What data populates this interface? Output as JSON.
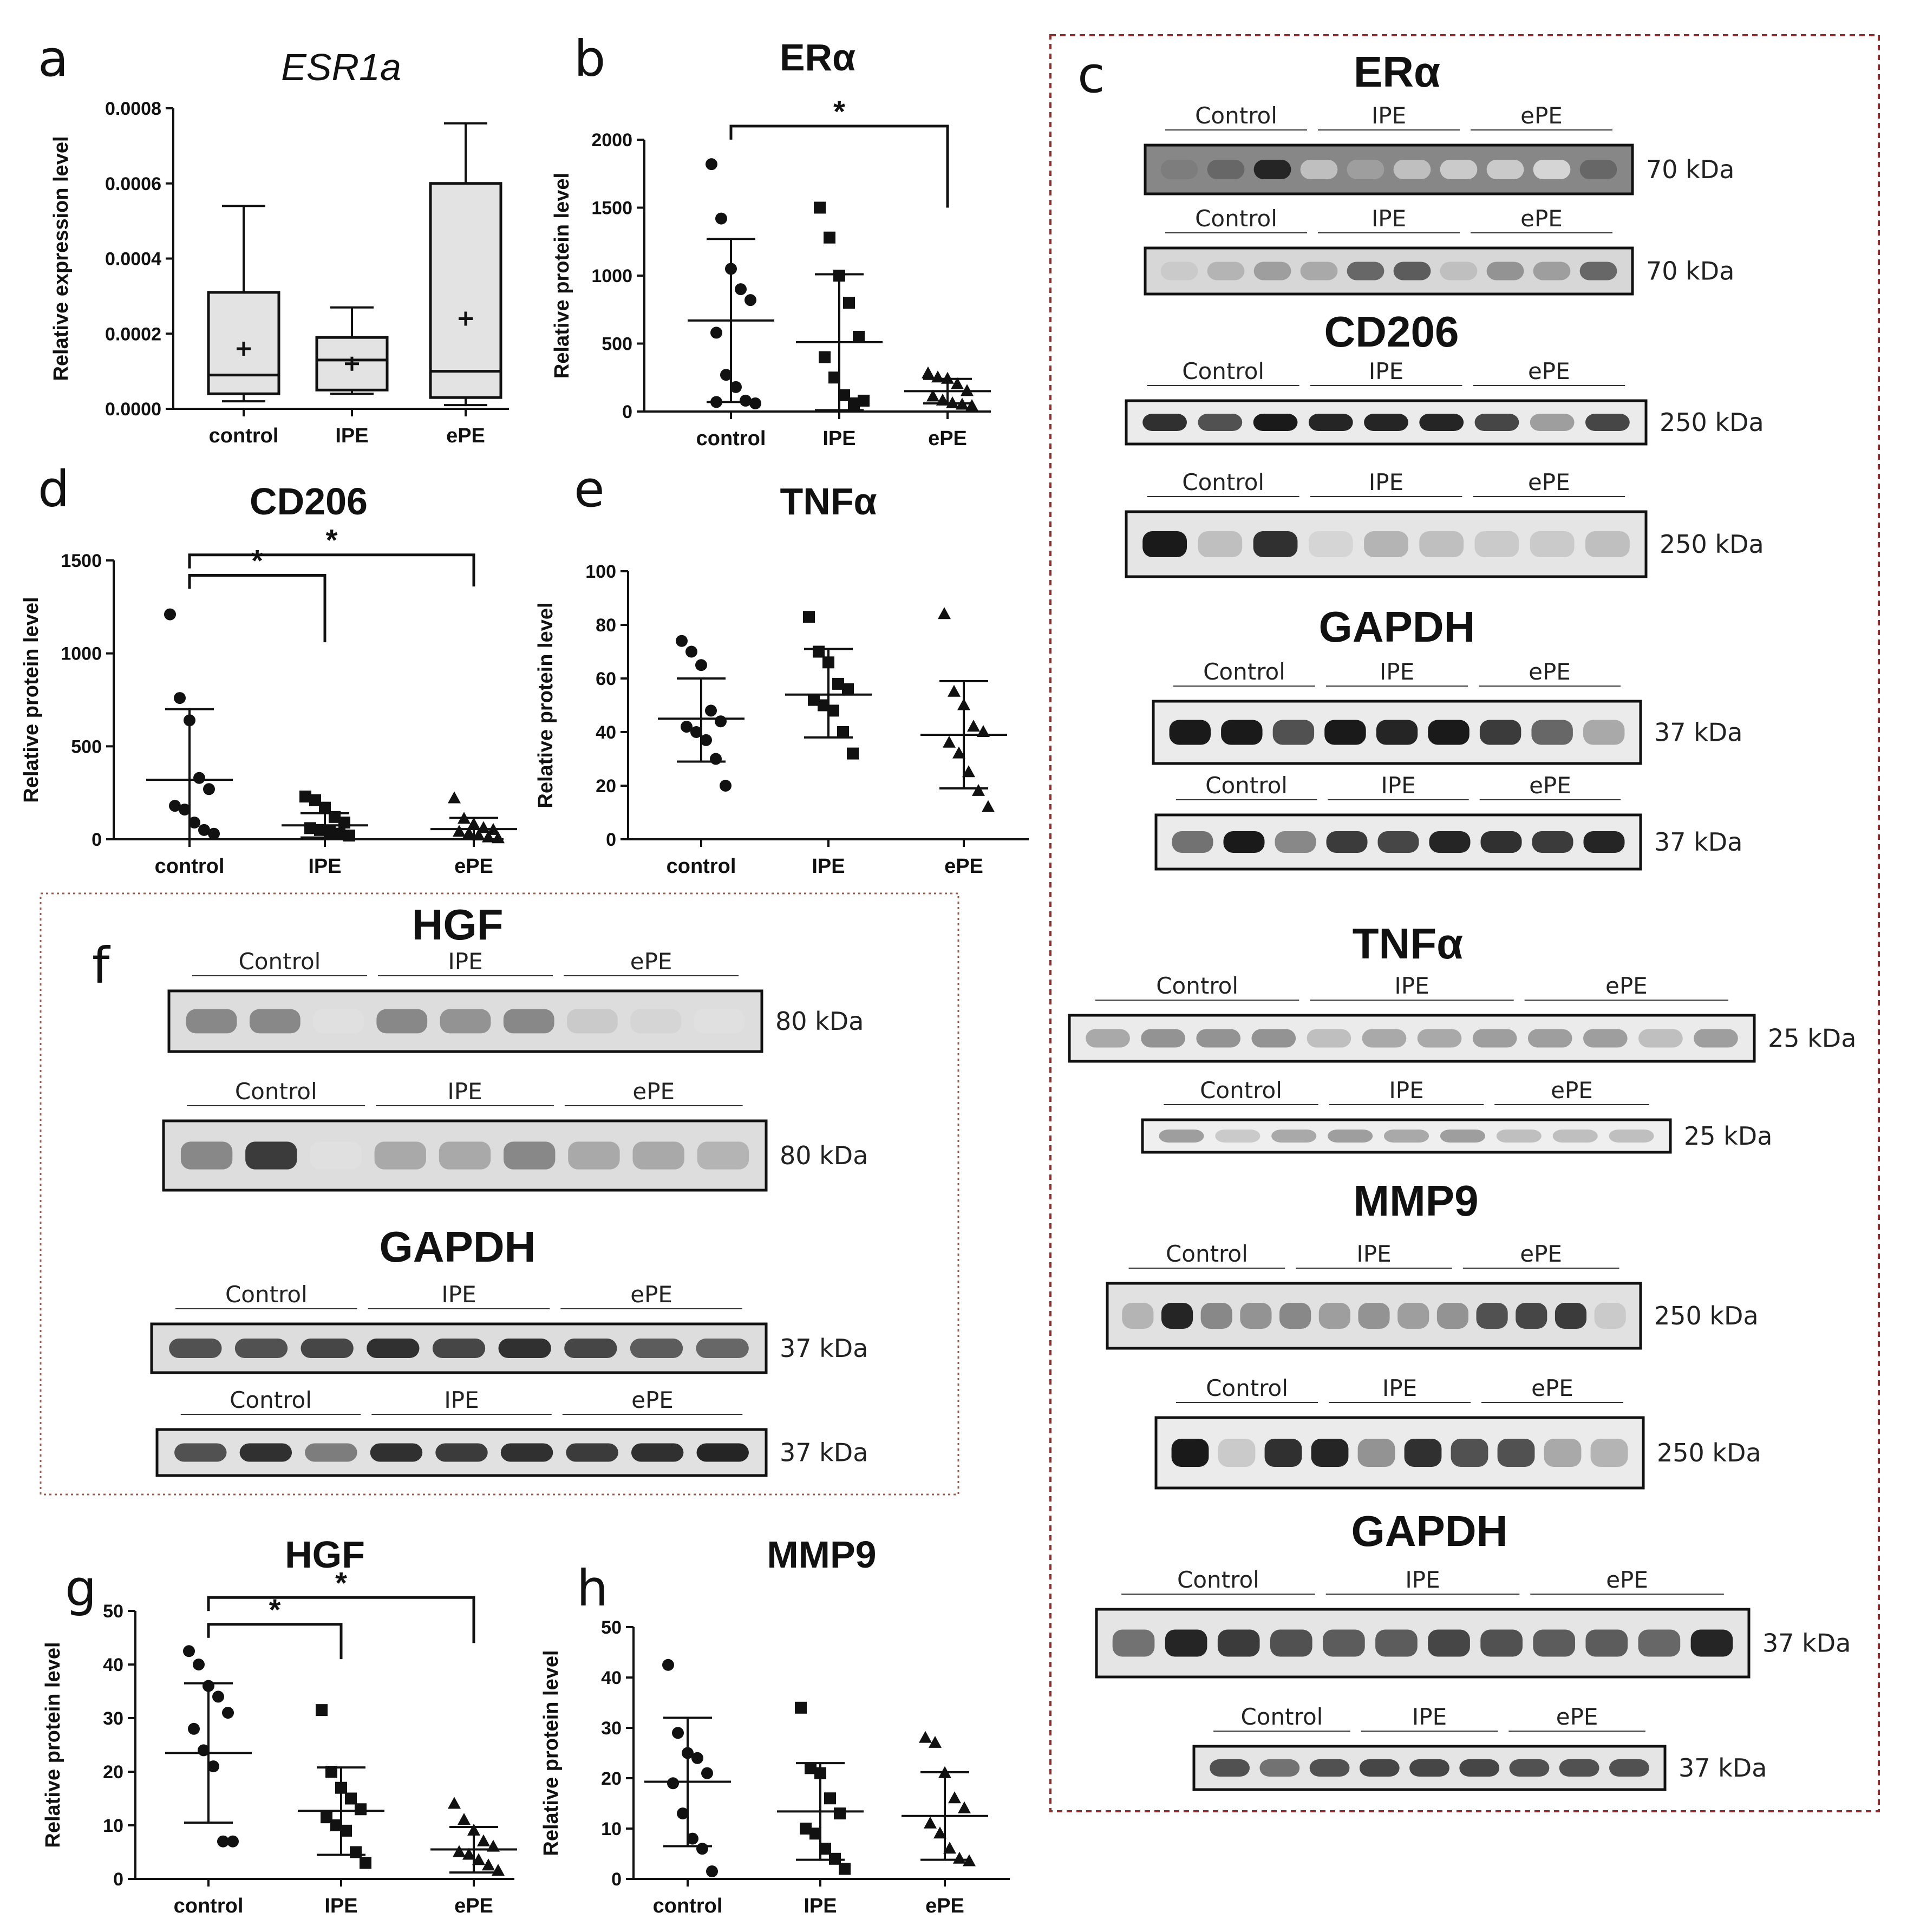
{
  "colors": {
    "ink": "#111111",
    "box_fill": "#e3e3e3",
    "frame": "#8b2e2e",
    "blot_bg": "#f4f4f4",
    "band": "#1c1c1c"
  },
  "chart_data": [
    {
      "panel": "a",
      "type": "box",
      "title": "ESR1a",
      "ylabel": "Relative expression level",
      "categories": [
        "control",
        "IPE",
        "ePE"
      ],
      "ylim": [
        0,
        0.0008
      ],
      "yticks": [
        "0.0000",
        "0.0002",
        "0.0004",
        "0.0006",
        "0.0008"
      ],
      "ytick_values": [
        0,
        0.0002,
        0.0004,
        0.0006,
        0.0008
      ],
      "boxes": [
        {
          "min": 2e-05,
          "q1": 4e-05,
          "median": 9e-05,
          "q3": 0.00031,
          "max": 0.00054,
          "mean": 0.00016
        },
        {
          "min": 4e-05,
          "q1": 5e-05,
          "median": 0.00013,
          "q3": 0.00019,
          "max": 0.00027,
          "mean": 0.00012
        },
        {
          "min": 1e-05,
          "q1": 3e-05,
          "median": 0.0001,
          "q3": 0.0006,
          "max": 0.00076,
          "mean": 0.00024
        }
      ],
      "significance": []
    },
    {
      "panel": "b",
      "type": "scatter",
      "title": "ERα",
      "ylabel": "Relative protein level",
      "categories": [
        "control",
        "IPE",
        "ePE"
      ],
      "ylim": [
        0,
        2000
      ],
      "yticks": [
        "0",
        "500",
        "1000",
        "1500",
        "2000"
      ],
      "ytick_values": [
        0,
        500,
        1000,
        1500,
        2000
      ],
      "groups": [
        {
          "marker": "circle",
          "points": [
            1820,
            1420,
            1050,
            900,
            820,
            580,
            270,
            180,
            80,
            60,
            70
          ],
          "mean": 670,
          "sd_low": 70,
          "sd_high": 1270
        },
        {
          "marker": "square",
          "points": [
            1500,
            1280,
            1000,
            800,
            550,
            400,
            250,
            120,
            60,
            80
          ],
          "mean": 510,
          "sd_low": 10,
          "sd_high": 1010
        },
        {
          "marker": "triangle",
          "points": [
            280,
            250,
            240,
            200,
            150,
            110,
            80,
            60,
            50,
            40
          ],
          "mean": 150,
          "sd_low": 60,
          "sd_high": 240
        }
      ],
      "significance": [
        {
          "from": 0,
          "to": 2,
          "label": "*",
          "level": 2100,
          "drop_to": 1500
        }
      ]
    },
    {
      "panel": "d",
      "type": "scatter",
      "title": "CD206",
      "ylabel": "Relative protein level",
      "categories": [
        "control",
        "IPE",
        "ePE"
      ],
      "ylim": [
        0,
        1500
      ],
      "yticks": [
        "0",
        "500",
        "1000",
        "1500"
      ],
      "ytick_values": [
        0,
        500,
        1000,
        1500
      ],
      "groups": [
        {
          "marker": "circle",
          "points": [
            1210,
            760,
            640,
            330,
            270,
            180,
            160,
            90,
            50,
            30
          ],
          "mean": 320,
          "sd_low": 0,
          "sd_high": 700
        },
        {
          "marker": "square",
          "points": [
            230,
            210,
            170,
            120,
            90,
            60,
            50,
            40,
            30,
            20
          ],
          "mean": 75,
          "sd_low": 10,
          "sd_high": 140
        },
        {
          "marker": "triangle",
          "points": [
            220,
            110,
            80,
            60,
            50,
            40,
            30,
            20,
            10,
            5
          ],
          "mean": 55,
          "sd_low": 0,
          "sd_high": 115
        }
      ],
      "significance": [
        {
          "from": 0,
          "to": 1,
          "label": "*",
          "level": 1420,
          "drop_to": 1060
        },
        {
          "from": 0,
          "to": 2,
          "label": "*",
          "level": 1530,
          "drop_to": 1360
        }
      ]
    },
    {
      "panel": "e",
      "type": "scatter",
      "title": "TNFα",
      "ylabel": "Relative protein level",
      "categories": [
        "control",
        "IPE",
        "ePE"
      ],
      "ylim": [
        0,
        100
      ],
      "yticks": [
        "0",
        "20",
        "40",
        "60",
        "80",
        "100"
      ],
      "ytick_values": [
        0,
        20,
        40,
        60,
        80,
        100
      ],
      "groups": [
        {
          "marker": "circle",
          "points": [
            74,
            70,
            65,
            48,
            44,
            42,
            40,
            37,
            30,
            20
          ],
          "mean": 45,
          "sd_low": 29,
          "sd_high": 60
        },
        {
          "marker": "square",
          "points": [
            83,
            70,
            66,
            58,
            56,
            52,
            50,
            48,
            40,
            32
          ],
          "mean": 54,
          "sd_low": 38,
          "sd_high": 71
        },
        {
          "marker": "triangle",
          "points": [
            84,
            55,
            50,
            42,
            40,
            36,
            32,
            25,
            18,
            12
          ],
          "mean": 39,
          "sd_low": 19,
          "sd_high": 59
        }
      ],
      "significance": []
    },
    {
      "panel": "g",
      "type": "scatter",
      "title": "HGF",
      "ylabel": "Relative protein level",
      "categories": [
        "control",
        "IPE",
        "ePE"
      ],
      "ylim": [
        0,
        50
      ],
      "yticks": [
        "0",
        "10",
        "20",
        "30",
        "40",
        "50"
      ],
      "ytick_values": [
        0,
        10,
        20,
        30,
        40,
        50
      ],
      "groups": [
        {
          "marker": "circle",
          "points": [
            42.5,
            40,
            36,
            34,
            31,
            28,
            24,
            21,
            7,
            7
          ],
          "mean": 23.5,
          "sd_low": 10.5,
          "sd_high": 36.5
        },
        {
          "marker": "square",
          "points": [
            31.5,
            20,
            17,
            15,
            13,
            11.5,
            10,
            9,
            5,
            3
          ],
          "mean": 12.7,
          "sd_low": 4.5,
          "sd_high": 20.8
        },
        {
          "marker": "triangle",
          "points": [
            14,
            11,
            9,
            7,
            6,
            5,
            4.5,
            3.5,
            2.5,
            1.5
          ],
          "mean": 5.5,
          "sd_low": 1.2,
          "sd_high": 9.7
        }
      ],
      "significance": [
        {
          "from": 0,
          "to": 1,
          "label": "*",
          "level": 47.5,
          "drop_to": 41
        },
        {
          "from": 0,
          "to": 2,
          "label": "*",
          "level": 52.5,
          "drop_to": 44
        }
      ]
    },
    {
      "panel": "h",
      "type": "scatter",
      "title": "MMP9",
      "ylabel": "Relative protein level",
      "categories": [
        "control",
        "IPE",
        "ePE"
      ],
      "ylim": [
        0,
        50
      ],
      "yticks": [
        "0",
        "10",
        "20",
        "30",
        "40",
        "50"
      ],
      "ytick_values": [
        0,
        10,
        20,
        30,
        40,
        50
      ],
      "groups": [
        {
          "marker": "circle",
          "points": [
            42.5,
            29,
            25,
            24,
            21,
            19,
            13,
            8,
            6,
            1.5
          ],
          "mean": 19.3,
          "sd_low": 6.5,
          "sd_high": 32
        },
        {
          "marker": "square",
          "points": [
            34,
            22,
            21,
            16,
            13,
            10,
            9,
            6,
            4,
            2
          ],
          "mean": 13.4,
          "sd_low": 3.8,
          "sd_high": 23
        },
        {
          "marker": "triangle",
          "points": [
            28,
            27,
            21,
            16,
            14,
            11,
            9,
            6,
            4,
            3.5
          ],
          "mean": 12.5,
          "sd_low": 3.8,
          "sd_high": 21.2
        }
      ],
      "significance": []
    }
  ],
  "panel_labels": {
    "a": "a",
    "b": "b",
    "c": "c",
    "d": "d",
    "e": "e",
    "f": "f",
    "g": "g",
    "h": "h"
  },
  "blots_c": [
    {
      "title": "ERα",
      "groups": [
        "Control",
        "IPE",
        "ePE"
      ],
      "kda": "70 kDa",
      "lanes": [
        0.5,
        0.6,
        0.9,
        0.2,
        0.35,
        0.2,
        0.15,
        0.15,
        0.1,
        0.6
      ],
      "blot_shade": 0.55
    },
    {
      "title": "",
      "groups": [
        "Control",
        "IPE",
        "ePE"
      ],
      "kda": "70 kDa",
      "lanes": [
        0.15,
        0.25,
        0.35,
        0.3,
        0.6,
        0.65,
        0.2,
        0.4,
        0.35,
        0.6
      ],
      "blot_shade": 0.15
    },
    {
      "title": "CD206",
      "groups": [
        "Control",
        "IPE",
        "ePE"
      ],
      "kda": "250 kDa",
      "lanes": [
        0.85,
        0.7,
        0.95,
        0.9,
        0.9,
        0.9,
        0.75,
        0.35,
        0.75
      ],
      "blot_shade": 0.05
    },
    {
      "title": "",
      "groups": [
        "Control",
        "IPE",
        "ePE"
      ],
      "kda": "250 kDa",
      "lanes": [
        0.95,
        0.2,
        0.85,
        0.1,
        0.25,
        0.2,
        0.15,
        0.15,
        0.2
      ],
      "blot_shade": 0.08
    },
    {
      "title": "GAPDH",
      "groups": [
        "Control",
        "IPE",
        "ePE"
      ],
      "kda": "37 kDa",
      "lanes": [
        0.95,
        0.95,
        0.7,
        0.95,
        0.9,
        0.95,
        0.8,
        0.6,
        0.3
      ],
      "blot_shade": 0.05
    },
    {
      "title": "",
      "groups": [
        "Control",
        "IPE",
        "ePE"
      ],
      "kda": "37 kDa",
      "lanes": [
        0.55,
        0.95,
        0.45,
        0.8,
        0.75,
        0.9,
        0.85,
        0.8,
        0.9
      ],
      "blot_shade": 0.05
    },
    {
      "title": "TNFα",
      "groups": [
        "Control",
        "IPE",
        "ePE"
      ],
      "kda": "25 kDa",
      "lanes": [
        0.3,
        0.4,
        0.4,
        0.4,
        0.2,
        0.3,
        0.3,
        0.35,
        0.35,
        0.35,
        0.2,
        0.35
      ],
      "blot_shade": 0.05
    },
    {
      "title": "",
      "groups": [
        "Control",
        "IPE",
        "ePE"
      ],
      "kda": "25 kDa",
      "lanes": [
        0.35,
        0.15,
        0.3,
        0.35,
        0.3,
        0.35,
        0.2,
        0.2,
        0.2
      ],
      "blot_shade": 0.03
    },
    {
      "title": "MMP9",
      "groups": [
        "Control",
        "IPE",
        "ePE"
      ],
      "kda": "250 kDa",
      "lanes": [
        0.25,
        0.9,
        0.45,
        0.4,
        0.45,
        0.35,
        0.4,
        0.35,
        0.4,
        0.7,
        0.75,
        0.8,
        0.15
      ],
      "blot_shade": 0.1
    },
    {
      "title": "",
      "groups": [
        "Control",
        "IPE",
        "ePE"
      ],
      "kda": "250 kDa",
      "lanes": [
        0.95,
        0.15,
        0.85,
        0.9,
        0.4,
        0.85,
        0.7,
        0.7,
        0.3,
        0.25
      ],
      "blot_shade": 0.05
    },
    {
      "title": "GAPDH",
      "groups": [
        "Control",
        "IPE",
        "ePE"
      ],
      "kda": "37 kDa",
      "lanes": [
        0.55,
        0.9,
        0.8,
        0.7,
        0.65,
        0.65,
        0.75,
        0.7,
        0.65,
        0.65,
        0.6,
        0.9
      ],
      "blot_shade": 0.08
    },
    {
      "title": "",
      "groups": [
        "Control",
        "IPE",
        "ePE"
      ],
      "kda": "37 kDa",
      "lanes": [
        0.7,
        0.55,
        0.7,
        0.75,
        0.75,
        0.75,
        0.7,
        0.7,
        0.7
      ],
      "blot_shade": 0.08
    }
  ],
  "blots_f": [
    {
      "title": "HGF",
      "groups": [
        "Control",
        "IPE",
        "ePE"
      ],
      "kda": "80 kDa",
      "lanes": [
        0.45,
        0.45,
        0.05,
        0.45,
        0.4,
        0.45,
        0.15,
        0.1,
        0.05
      ],
      "blot_shade": 0.12
    },
    {
      "title": "",
      "groups": [
        "Control",
        "IPE",
        "ePE"
      ],
      "kda": "80 kDa",
      "lanes": [
        0.45,
        0.8,
        0.05,
        0.3,
        0.3,
        0.45,
        0.3,
        0.3,
        0.25
      ],
      "blot_shade": 0.12
    },
    {
      "title": "GAPDH",
      "groups": [
        "Control",
        "IPE",
        "ePE"
      ],
      "kda": "37 kDa",
      "lanes": [
        0.7,
        0.7,
        0.75,
        0.85,
        0.75,
        0.85,
        0.75,
        0.65,
        0.6
      ],
      "blot_shade": 0.12
    },
    {
      "title": "",
      "groups": [
        "Control",
        "IPE",
        "ePE"
      ],
      "kda": "37 kDa",
      "lanes": [
        0.7,
        0.85,
        0.5,
        0.85,
        0.8,
        0.85,
        0.8,
        0.85,
        0.9
      ],
      "blot_shade": 0.1
    }
  ]
}
